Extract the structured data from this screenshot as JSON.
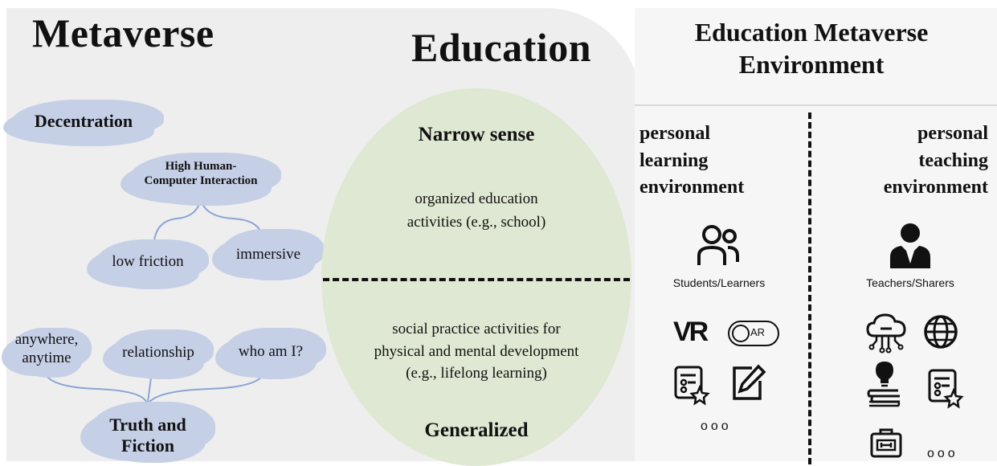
{
  "metaverse": {
    "title": "Metaverse",
    "decentration": "Decentration",
    "hhci": "High Human-\nComputer Interaction",
    "low_friction": "low friction",
    "immersive": "immersive",
    "anywhere": "anywhere,\nanytime",
    "relationship": "relationship",
    "who_am_i": "who am I?",
    "truth_fiction": "Truth and\nFiction"
  },
  "education": {
    "title": "Education",
    "narrow_title": "Narrow sense",
    "narrow_text": "organized education\nactivities (e.g., school)",
    "general_text": "social practice activities for\nphysical and mental development\n(e.g., lifelong learning)",
    "general_title": "Generalized"
  },
  "environment": {
    "title": "Education Metaverse\nEnvironment",
    "learning_title": "personal\nlearning\nenvironment",
    "teaching_title": "personal\nteaching\nenvironment",
    "students_caption": "Students/Learners",
    "teachers_caption": "Teachers/Sharers",
    "vr_label": "VR",
    "ar_label": "AR",
    "ellipsis": "ooo"
  },
  "icons": {
    "students": "students-icon",
    "teacher": "teacher-icon",
    "vr": "vr-icon",
    "ar": "ar-toggle-icon",
    "quiz": "quiz-star-icon",
    "edit": "edit-pencil-icon",
    "cloud": "cloud-network-icon",
    "globe": "globe-icon",
    "idea": "idea-books-icon",
    "toolbox": "toolbox-icon"
  },
  "colors": {
    "cloud": "#c5cfe6",
    "ellipse": "#dfe8d2",
    "left_panel": "#eeeeee",
    "right_panel": "#f6f6f6",
    "connector": "#8aa5d6"
  }
}
